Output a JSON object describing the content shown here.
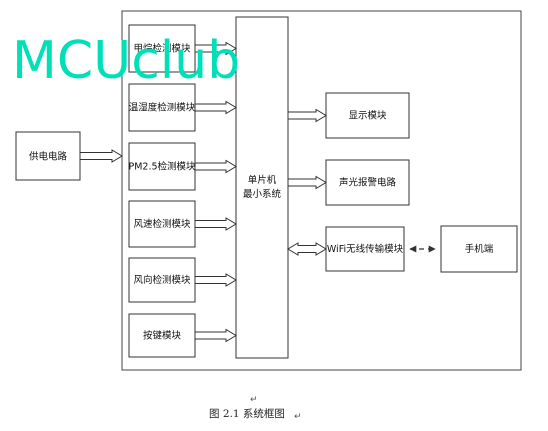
{
  "watermark": "MCUclub",
  "colors": {
    "stroke": "#333333",
    "watermark": "#00e0b8"
  },
  "blocks": {
    "power": "供电电路",
    "sensor_top": "甲烷检测模块",
    "temp_humidity": "温湿度检测模块",
    "pm25": "PM2.5检测模块",
    "wind_speed": "风速检测模块",
    "wind_direction": "风向检测模块",
    "keys": "按键模块",
    "mcu_line1": "单片机",
    "mcu_line2": "最小系统",
    "display": "显示模块",
    "alarm": "声光报警电路",
    "wifi": "WiFi无线传输模块",
    "phone": "手机端"
  },
  "caption": {
    "text": "图 2.1  系统框图",
    "paragraph_mark": "↵"
  }
}
